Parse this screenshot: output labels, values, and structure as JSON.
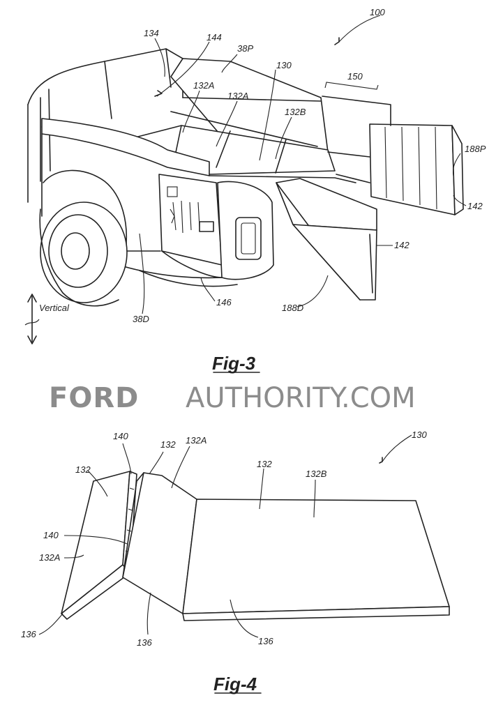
{
  "figures": {
    "fig3": {
      "caption": "Fig-3",
      "labels": {
        "ref_100": "100",
        "ref_134": "134",
        "ref_144": "144",
        "ref_38p": "38P",
        "ref_130": "130",
        "ref_132a_1": "132A",
        "ref_132a_2": "132A",
        "ref_132b": "132B",
        "ref_150": "150",
        "ref_188p": "188P",
        "ref_142_top": "142",
        "ref_142_mid": "142",
        "ref_146": "146",
        "ref_38d": "38D",
        "ref_188d": "188D",
        "vertical": "Vertical"
      }
    },
    "fig4": {
      "caption": "Fig-4",
      "labels": {
        "ref_130": "130",
        "ref_140_top": "140",
        "ref_132_top": "132",
        "ref_132a_top": "132A",
        "ref_132_left": "132",
        "ref_132_center": "132",
        "ref_132b": "132B",
        "ref_140_mid": "140",
        "ref_132a_left": "132A",
        "ref_136_left": "136",
        "ref_136_mid": "136",
        "ref_136_right": "136"
      }
    }
  },
  "watermark": {
    "brand": "FORD",
    "rest": "AUTHORITY.COM",
    "color": "#8c8c8c"
  }
}
